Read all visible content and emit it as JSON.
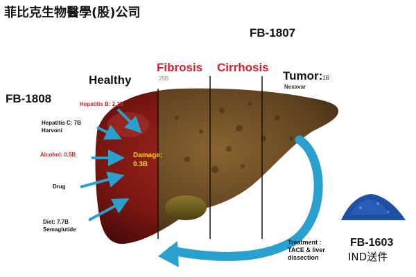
{
  "header": {
    "company_name": "菲比克生物醫學(股)公司",
    "program_top": "FB-1807",
    "program_left": "FB-1808"
  },
  "stages": {
    "healthy": "Healthy",
    "fibrosis": "Fibrosis",
    "fibrosis_sub": "25B",
    "cirrhosis": "Cirrhosis",
    "tumor": "Tumor:",
    "tumor_sub": "1B",
    "tumor_drug": "Nexavar"
  },
  "causes": {
    "hepatitis_b": "Hepatitis B: 2.2B",
    "hepatitis_c_line1": "Hepatitis C: 7B",
    "hepatitis_c_line2": "Harvoni",
    "alcohol": "Alcohol: 0.5B",
    "drug": "Drug",
    "diet_line1": "Diet: 7.7B",
    "diet_line2": "Semaglutide"
  },
  "damage": {
    "line1": "Damage:",
    "line2": "0.3B"
  },
  "treatment": {
    "line1": "Treatment :",
    "line2": "TACE & liver",
    "line3": "dissection"
  },
  "product": {
    "code": "FB-1603",
    "status": "IND送件"
  },
  "colors": {
    "healthy_liver": "#7a1612",
    "diseased_liver": "#6b4a22",
    "arrow_blue": "#2aa0cf",
    "cause_red": "#d6202a",
    "damage_yellow": "#f2d21a",
    "powder_blue": "#1f4fa3"
  }
}
